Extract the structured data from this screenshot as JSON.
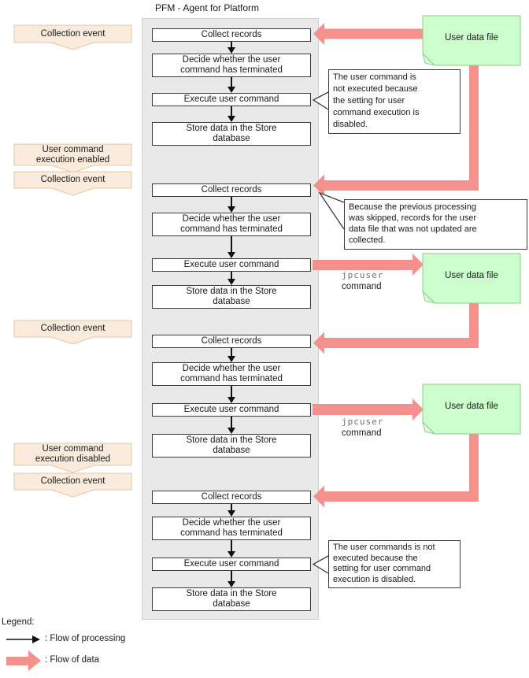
{
  "title": "PFM - Agent for Platform",
  "banners": [
    {
      "label": "Collection event"
    },
    {
      "label": "User command\nexecution enabled"
    },
    {
      "label": "Collection event"
    },
    {
      "label": "Collection event"
    },
    {
      "label": "User command\nexecution disabled"
    },
    {
      "label": "Collection event"
    }
  ],
  "process_groups": [
    {
      "steps": [
        "Collect records",
        "Decide whether the user\ncommand has terminated",
        "Execute user command",
        "Store data in the Store\ndatabase"
      ]
    },
    {
      "steps": [
        "Collect records",
        "Decide whether the user\ncommand has terminated",
        "Execute user command",
        "Store data in the Store\ndatabase"
      ]
    },
    {
      "steps": [
        "Collect records",
        "Decide whether the user\ncommand has terminated",
        "Execute user command",
        "Store data in the Store\ndatabase"
      ]
    },
    {
      "steps": [
        "Collect records",
        "Decide whether the user\ncommand has terminated",
        "Execute user command",
        "Store data in the Store\ndatabase"
      ]
    }
  ],
  "notes": [
    {
      "label": "User data file"
    },
    {
      "label": "User data file"
    },
    {
      "label": "User data file"
    }
  ],
  "callouts": [
    {
      "text": "The user command is\nnot executed because\nthe setting for user\ncommand execution is\ndisabled."
    },
    {
      "text": "Because the previous processing\nwas skipped, records for the user\ndata file that was not updated are\ncollected."
    },
    {
      "text": "The user commands is not\nexecuted because the\nsetting for user command\nexecution is disabled."
    }
  ],
  "command_labels": [
    {
      "code": "jpcuser",
      "text": "command"
    },
    {
      "code": "jpcuser",
      "text": "command"
    }
  ],
  "legend": {
    "title": "Legend:",
    "processing": ": Flow of processing",
    "data": ": Flow of data"
  },
  "colors": {
    "dataflow": "#f4918c",
    "bannerfill": "#faebdc",
    "bannerborder": "#e0c8a6",
    "notefill": "#ccffcc",
    "noteborder": "#8ccb8c",
    "flapfill": "#defade",
    "containerfill": "#e9e9e9",
    "containerborder": "#d0d0d0",
    "boxborder": "#3b3b3b",
    "codegray": "#707070"
  }
}
